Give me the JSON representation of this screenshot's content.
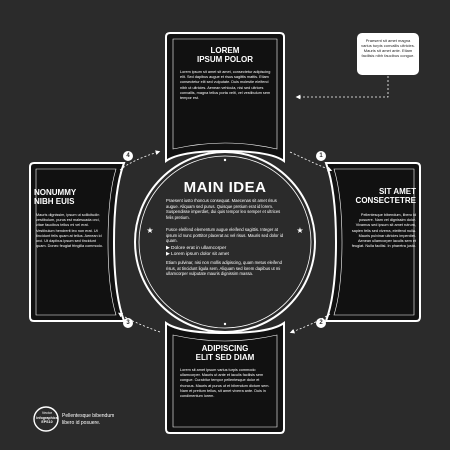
{
  "colors": {
    "background": "#2b2b2b",
    "foreground": "#ffffff",
    "callout": "#ffffff"
  },
  "center": {
    "title": "MAIN IDEA",
    "para1": "Praesent iusto rhoncus consequat. Maecenas sit amet risus augue. Aliquam sed purus. Quisque pretium erat id lorem. Suspendisse imperdiet, dui quis tempor leo semper et ultrices felis pretium.",
    "para2": "Fusce eleifend elementum augue eleifend sagittis. Integer at ipsum id nunc porttitor placerat ac vel risus. Mauris sed dolor id quam.",
    "bullets": [
      "Dolore erat in ullamcorper",
      "Lorem ipsum dolor sit amet"
    ],
    "para3": "Etiam pulvinar, nisi non mollis adipiscing, quam metus eleifend risus, at tincidunt ligula sem. Aliquam sed lorem dapibus ut mi ullamcorper vulputate mauris dignissim massa."
  },
  "cards": {
    "top": {
      "title_line1": "LOREM",
      "title_line2": "IPSUM POLOR",
      "body": "Lorem ipsum sit amet sit amet, consectetur adipiscing elit. Sed dapibus augue et risus sagittis mattis. Etiam consectetur elit sed vulputate. Duis molestie eleifend nibh ut ultricies. Aenean vehicula, nisi sed ultrices convallis, magna tellus porta velit, vel vestibulum sem tempor est."
    },
    "right": {
      "title_line1": "SIT AMET",
      "title_line2": "CONSECTETRE",
      "body": "Pellentesque bibendum, libero id posuere. Nam vel dignissim dolor. Vivamus sed ipsum sit amet rutrum, sapien felis sed viverra, eleifend nulla. Mauris pulvinar ultricies imperdiet. Aenean ullamcorper iaculis sem et feugiat. Nulla facilisi. In pharetra justo."
    },
    "bottom": {
      "title_line1": "ADIPISCING",
      "title_line2": "ELIT SED DIAM",
      "body": "Lorem sit amet ipsum varius turpis commodo ullamcorper. Mauris ut ante et iaculis facilisis sem congue. Curabitur tempor pellentesque dolor et rhoncus. Mauris at purus ut et bibendum dictum sem. Nam et pretium tellus, sit amet viverra ante. Duis in condimentum lorem."
    },
    "left": {
      "title_line1": "NONUMMY",
      "title_line2": "NIBH EUIS",
      "body": "Mauris dignissim, ipsum ut sollicitudin vestibulum, purus est malesuada orci, vitae faucibus tellus mi vel erat. Vestibulum hendrerit leo non erat. Ut tincidunt felis quam at tellus. Aenean id orci. Ut dapibus ipsum sed tincidunt quam. Donec feugiat fringilla commodo."
    }
  },
  "numbers": [
    "1",
    "2",
    "3",
    "4"
  ],
  "callout": {
    "text": "Praesent sit amet magna varius turpis convallis ultricies. Mauris sit amet ante. Etiam facilisis nibh faucibus congue."
  },
  "footer": {
    "logo_line1": "Vector",
    "logo_line2": "Infographics",
    "logo_line3": "EPS10",
    "tagline_line1": "Pellentesque bibendum",
    "tagline_line2": "libero id posuere."
  }
}
